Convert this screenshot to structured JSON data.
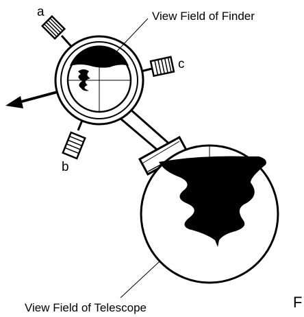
{
  "diagram": {
    "finder_label": "View Field of Finder",
    "telescope_label": "View Field of Telescope",
    "knob_labels": {
      "a": "a",
      "b": "b",
      "c": "c"
    },
    "figure_fragment": "F",
    "line_color": "#000000",
    "fill_color": "#000000",
    "background": "#ffffff"
  }
}
